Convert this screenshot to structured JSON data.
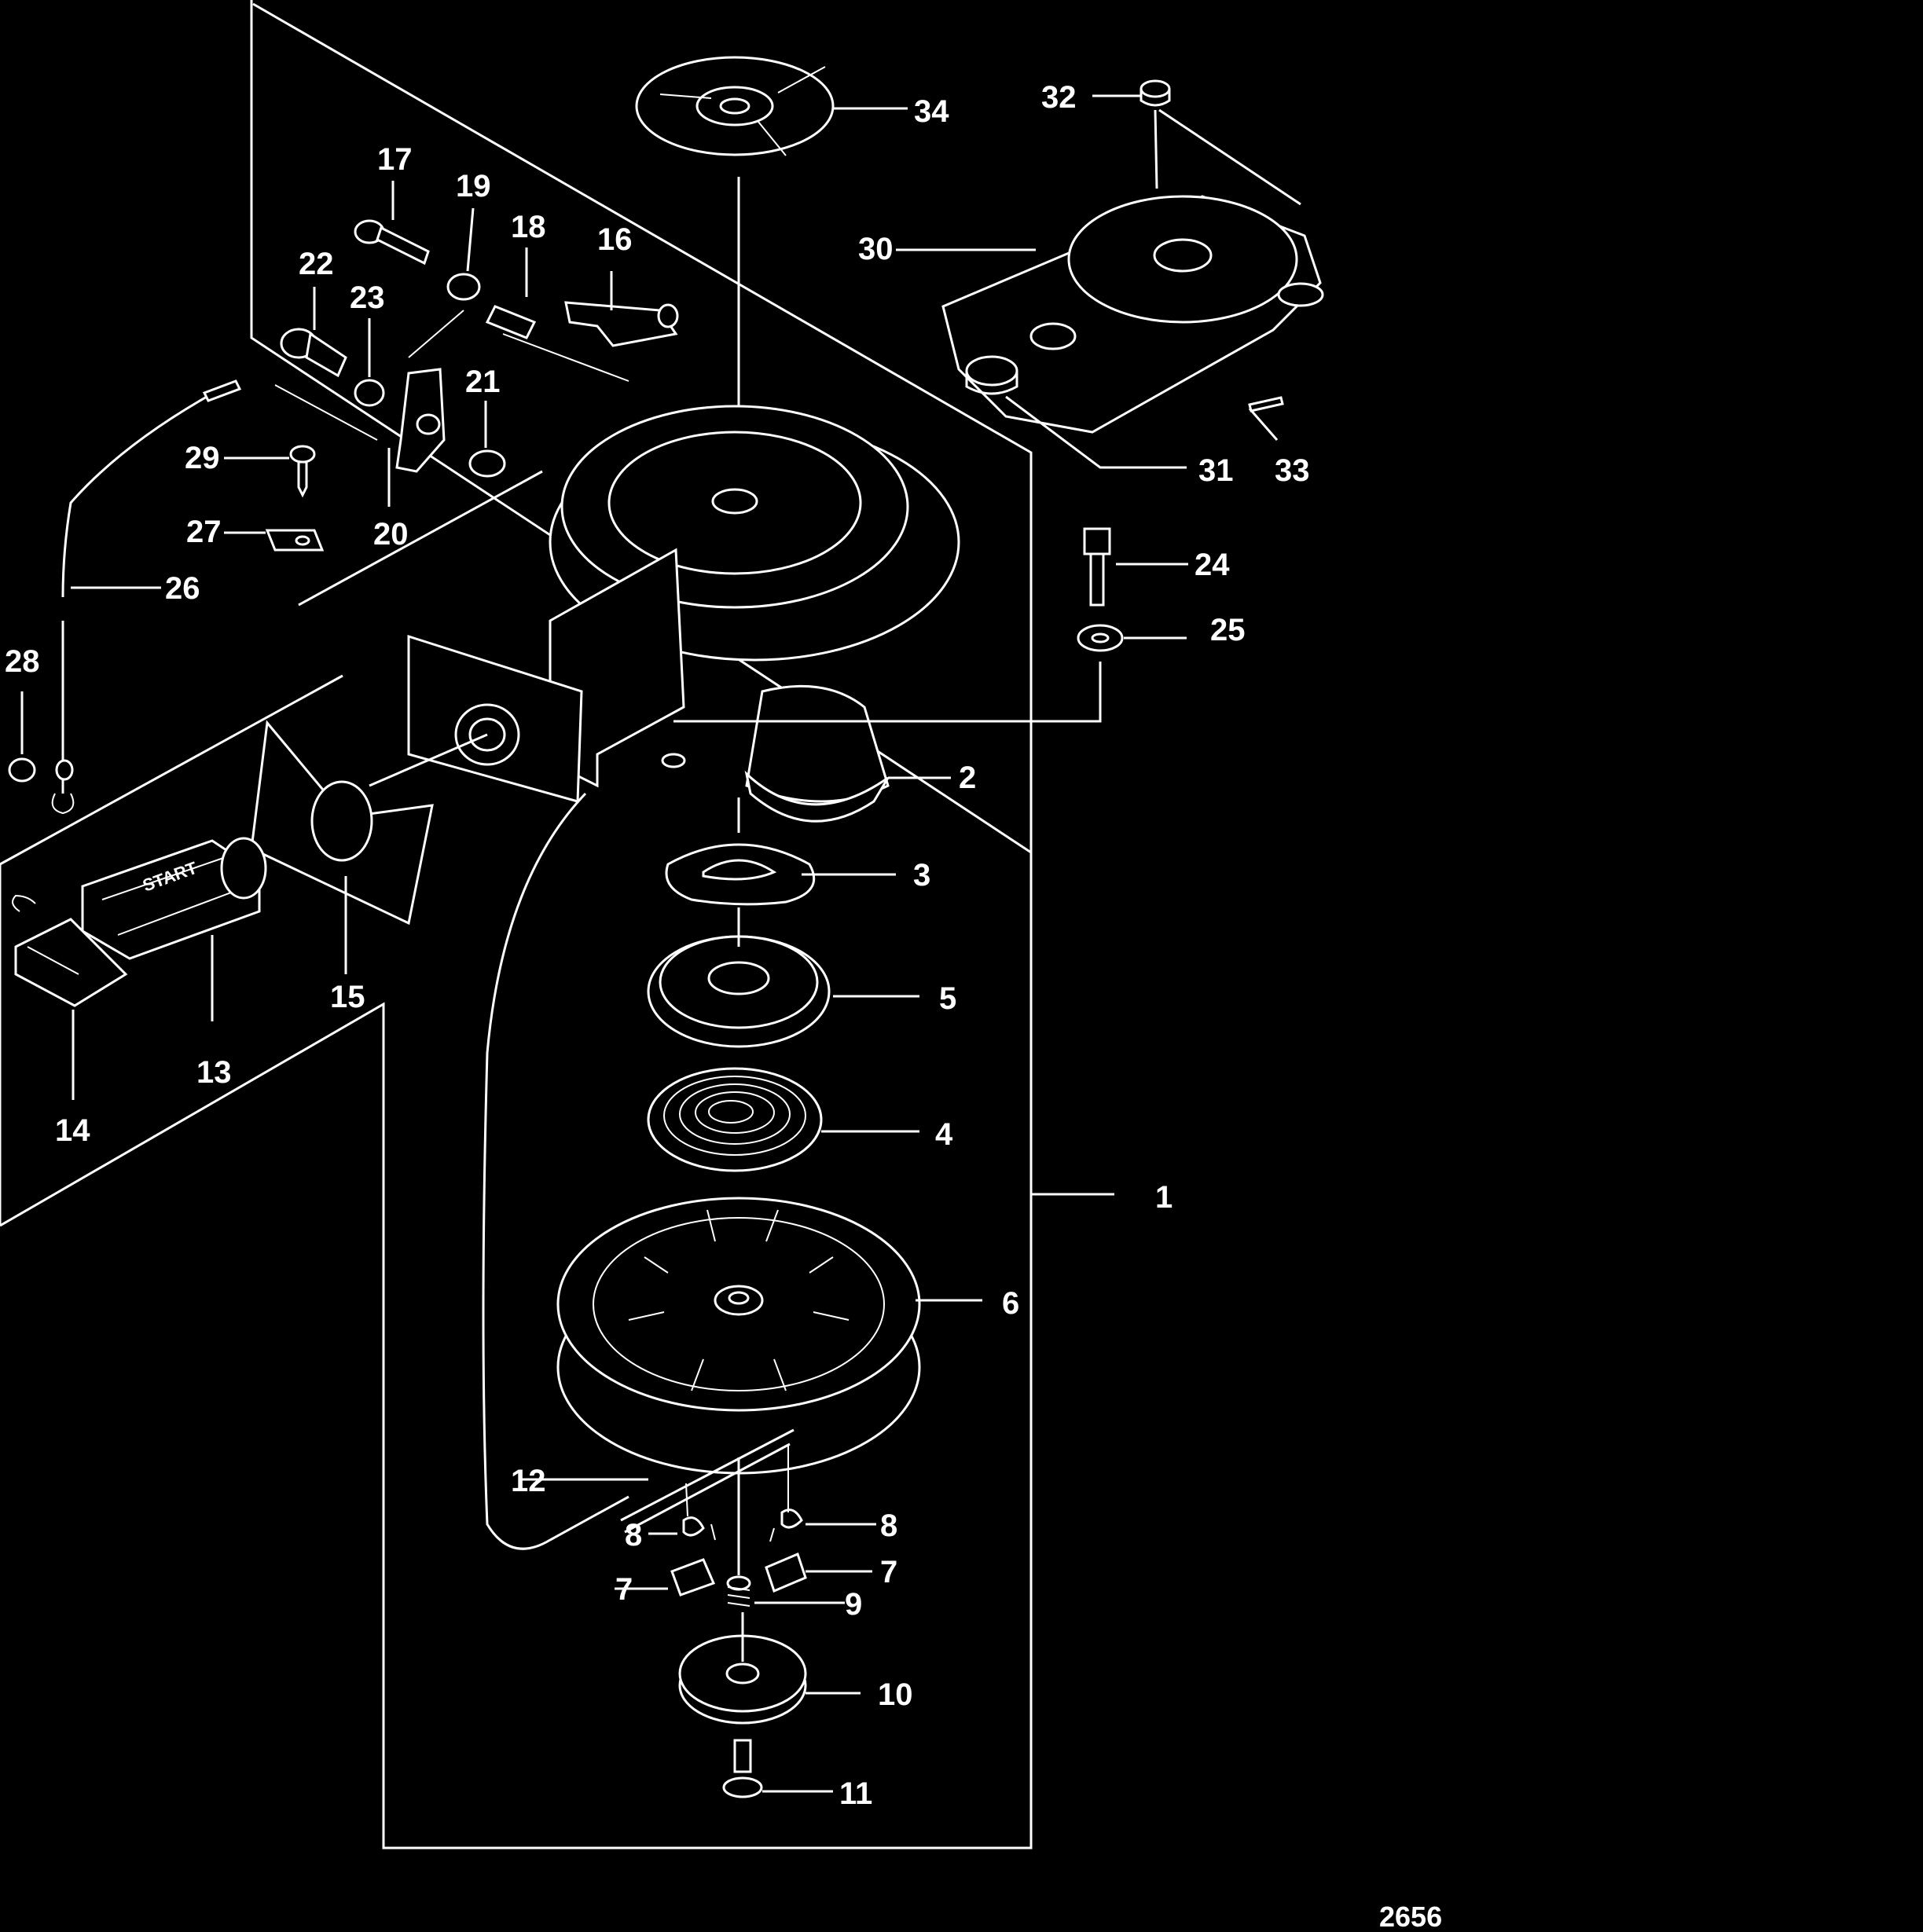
{
  "diagram": {
    "reference_number": "2656",
    "handle_stamp": "START",
    "callouts": [
      {
        "id": "c1",
        "text": "1"
      },
      {
        "id": "c2",
        "text": "2"
      },
      {
        "id": "c3",
        "text": "3"
      },
      {
        "id": "c4",
        "text": "4"
      },
      {
        "id": "c5",
        "text": "5"
      },
      {
        "id": "c6",
        "text": "6"
      },
      {
        "id": "c7a",
        "text": "7"
      },
      {
        "id": "c7b",
        "text": "7"
      },
      {
        "id": "c8a",
        "text": "8"
      },
      {
        "id": "c8b",
        "text": "8"
      },
      {
        "id": "c9",
        "text": "9"
      },
      {
        "id": "c10",
        "text": "10"
      },
      {
        "id": "c11",
        "text": "11"
      },
      {
        "id": "c12",
        "text": "12"
      },
      {
        "id": "c13",
        "text": "13"
      },
      {
        "id": "c14",
        "text": "14"
      },
      {
        "id": "c15",
        "text": "15"
      },
      {
        "id": "c16",
        "text": "16"
      },
      {
        "id": "c17",
        "text": "17"
      },
      {
        "id": "c18",
        "text": "18"
      },
      {
        "id": "c19",
        "text": "19"
      },
      {
        "id": "c20",
        "text": "20"
      },
      {
        "id": "c21",
        "text": "21"
      },
      {
        "id": "c22",
        "text": "22"
      },
      {
        "id": "c23",
        "text": "23"
      },
      {
        "id": "c24",
        "text": "24"
      },
      {
        "id": "c25",
        "text": "25"
      },
      {
        "id": "c26",
        "text": "26"
      },
      {
        "id": "c27",
        "text": "27"
      },
      {
        "id": "c28",
        "text": "28"
      },
      {
        "id": "c29",
        "text": "29"
      },
      {
        "id": "c30",
        "text": "30"
      },
      {
        "id": "c31",
        "text": "31"
      },
      {
        "id": "c32",
        "text": "32"
      },
      {
        "id": "c33",
        "text": "33"
      },
      {
        "id": "c34",
        "text": "34"
      }
    ]
  },
  "colors": {
    "background": "#000000",
    "line": "#ffffff"
  }
}
